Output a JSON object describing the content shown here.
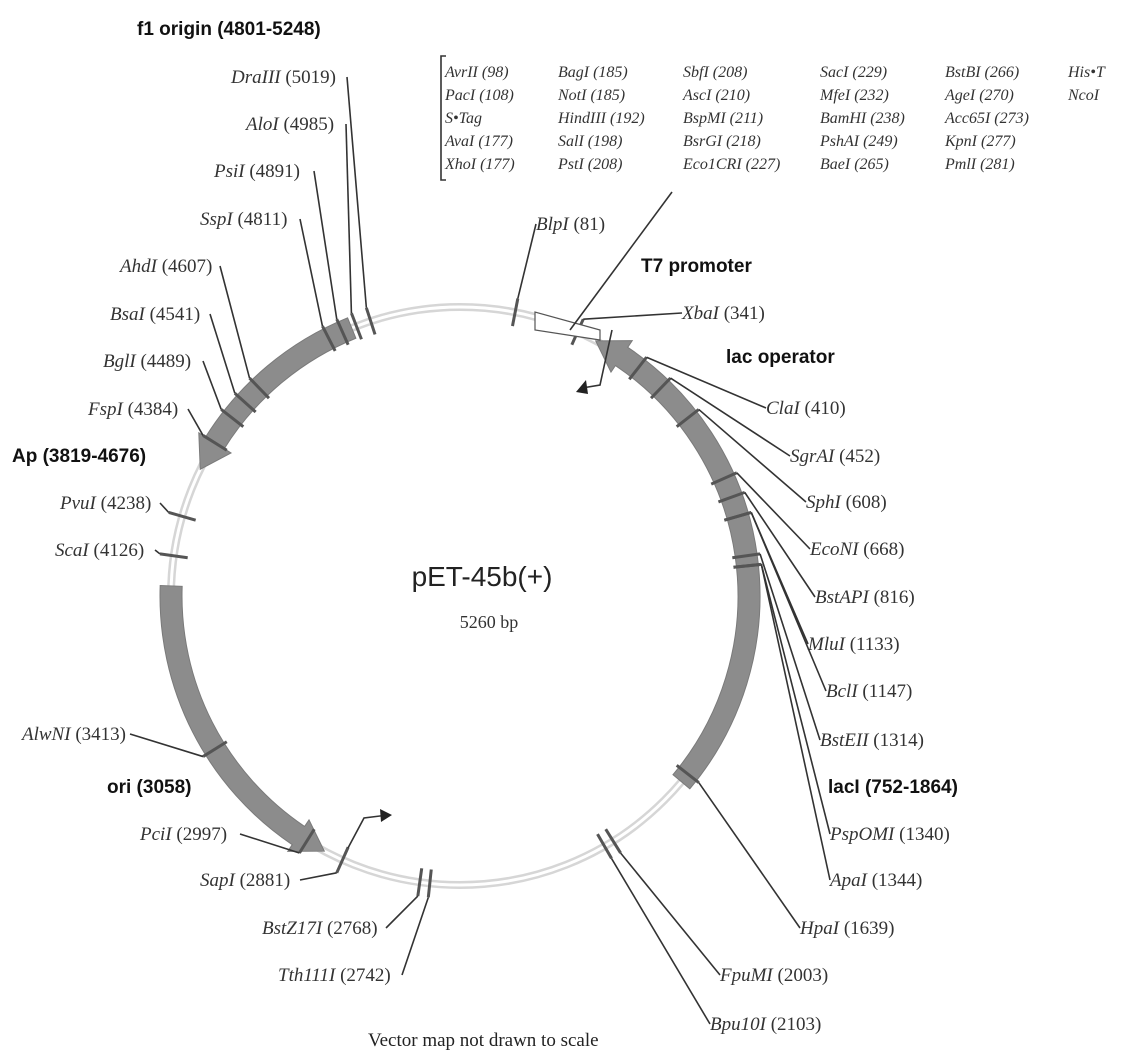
{
  "plasmid": {
    "name": "pET-45b(+)",
    "size": "5260 bp"
  },
  "note": "Vector map not drawn to scale",
  "colors": {
    "backbone": "#d6d6d6",
    "arrow": "#8c8c8c",
    "leader": "#333333"
  },
  "features": [
    {
      "id": "f1",
      "label": "f1 origin (4801-5248)"
    },
    {
      "id": "t7",
      "label": "T7 promoter"
    },
    {
      "id": "lacop",
      "label": "lac operator"
    },
    {
      "id": "ap",
      "label": "Ap (3819-4676)"
    },
    {
      "id": "laci",
      "label": "lacI (752-1864)"
    },
    {
      "id": "ori",
      "label": "ori (3058)"
    }
  ],
  "sites": [
    {
      "name": "DraIII",
      "pos": "(5019)"
    },
    {
      "name": "AloI",
      "pos": "(4985)"
    },
    {
      "name": "PsiI",
      "pos": "(4891)"
    },
    {
      "name": "SspI",
      "pos": "(4811)"
    },
    {
      "name": "AhdI",
      "pos": "(4607)"
    },
    {
      "name": "BsaI",
      "pos": "(4541)"
    },
    {
      "name": "BglI",
      "pos": "(4489)"
    },
    {
      "name": "FspI",
      "pos": "(4384)"
    },
    {
      "name": "PvuI",
      "pos": "(4238)"
    },
    {
      "name": "ScaI",
      "pos": "(4126)"
    },
    {
      "name": "AlwNI",
      "pos": "(3413)"
    },
    {
      "name": "PciI",
      "pos": "(2997)"
    },
    {
      "name": "SapI",
      "pos": "(2881)"
    },
    {
      "name": "BstZ17I",
      "pos": "(2768)"
    },
    {
      "name": "Tth111I",
      "pos": "(2742)"
    },
    {
      "name": "Bpu10I",
      "pos": "(2103)"
    },
    {
      "name": "FpuMI",
      "pos": "(2003)"
    },
    {
      "name": "HpaI",
      "pos": "(1639)"
    },
    {
      "name": "ApaI",
      "pos": "(1344)"
    },
    {
      "name": "PspOMI",
      "pos": "(1340)"
    },
    {
      "name": "BstEII",
      "pos": "(1314)"
    },
    {
      "name": "BclI",
      "pos": "(1147)"
    },
    {
      "name": "MluI",
      "pos": "(1133)"
    },
    {
      "name": "BstAPI",
      "pos": "(816)"
    },
    {
      "name": "EcoNI",
      "pos": "(668)"
    },
    {
      "name": "SphI",
      "pos": "(608)"
    },
    {
      "name": "SgrAI",
      "pos": "(452)"
    },
    {
      "name": "ClaI",
      "pos": "(410)"
    },
    {
      "name": "XbaI",
      "pos": "(341)"
    },
    {
      "name": "BlpI",
      "pos": "(81)"
    }
  ],
  "mcs": [
    [
      "AvrII (98)",
      "BagI (185)",
      "SbfI (208)",
      "SacI (229)",
      "BstBI (266)",
      "His•T"
    ],
    [
      "PacI (108)",
      "NotI (185)",
      "AscI (210)",
      "MfeI (232)",
      "AgeI (270)",
      "NcoI"
    ],
    [
      "S•Tag",
      "HindIII (192)",
      "BspMI (211)",
      "BamHI (238)",
      "Acc65I (273)",
      ""
    ],
    [
      "AvaI (177)",
      "SalI (198)",
      "BsrGI (218)",
      "PshAI (249)",
      "KpnI (277)",
      ""
    ],
    [
      "XhoI (177)",
      "PstI (208)",
      "Eco1CRI (227)",
      "BaeI (265)",
      "PmlI (281)",
      ""
    ]
  ]
}
